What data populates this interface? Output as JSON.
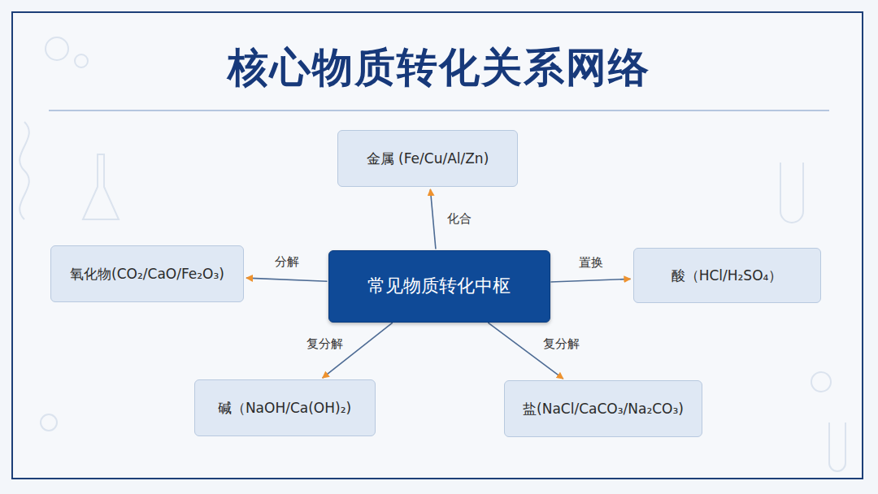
{
  "diagram": {
    "title": "核心物质转化关系网络",
    "nodes": [
      {
        "text": [
          "金属 (Fe/Cu/Al/Zn)"
        ]
      },
      {
        "text": [
          "氧化物(CO₂/CaO/Fe₂O₃)"
        ]
      },
      {
        "text": [
          "常见物质转化中枢"
        ]
      },
      {
        "text": [
          "酸（HCl/H₂SO₄）"
        ]
      },
      {
        "text": [
          "碱（NaOH/Ca(OH)₂)"
        ]
      },
      {
        "text": [
          "盐(NaCl/CaCO₃/Na₂CO₃)"
        ]
      }
    ],
    "edges": [
      {
        "from": 2,
        "to": 0,
        "label": "化合",
        "arrow": "to"
      },
      {
        "from": 2,
        "to": 1,
        "label": "分解",
        "arrow": "to"
      },
      {
        "from": 2,
        "to": 3,
        "label": "置换",
        "arrow": "to"
      },
      {
        "from": 2,
        "to": 4,
        "label": "复分解",
        "arrow": "to"
      },
      {
        "from": 2,
        "to": 5,
        "label": "复分解",
        "arrow": "to"
      }
    ]
  }
}
